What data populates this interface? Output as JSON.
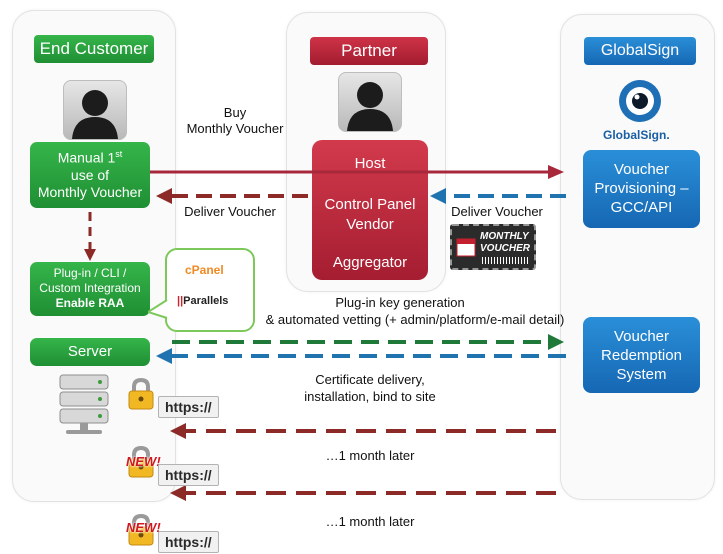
{
  "columns": {
    "end_customer": {
      "title": "End Customer"
    },
    "partner": {
      "title": "Partner"
    },
    "globalsign": {
      "title": "GlobalSign",
      "logo_text": "GlobalSign",
      "logo_dot": "."
    }
  },
  "end_customer": {
    "manual_use": {
      "line1": "Manual 1",
      "sup": "st",
      "line2": "use of",
      "line3": "Monthly Voucher"
    },
    "plugin": {
      "line1": "Plug-in / CLI /",
      "line2": "Custom Integration",
      "line3": "Enable RAA"
    },
    "server": "Server",
    "cpanel": "cPanel",
    "parallels": "Parallels"
  },
  "partner": {
    "host": "Host",
    "control_panel_1": "Control Panel",
    "control_panel_2": "Vendor",
    "aggregator": "Aggregator",
    "voucher_1": "MONTHLY",
    "voucher_2": "VOUCHER"
  },
  "globalsign": {
    "provisioning_1": "Voucher",
    "provisioning_2": "Provisioning –",
    "provisioning_3": "GCC/API",
    "redemption_1": "Voucher",
    "redemption_2": "Redemption",
    "redemption_3": "System"
  },
  "flows": {
    "buy_1": "Buy",
    "buy_2": "Monthly Voucher",
    "deliver_left": "Deliver Voucher",
    "deliver_right": "Deliver Voucher",
    "keygen_1": "Plug-in key generation",
    "keygen_2": "& automated vetting (+ admin/platform/e-mail detail)",
    "cert_1": "Certificate delivery,",
    "cert_2": "installation, bind to site",
    "month_later_1": "…1 month later",
    "month_later_2": "…1 month later"
  },
  "https": [
    "https://",
    "https://",
    "https://"
  ],
  "new_badge": [
    "NEW!",
    "NEW!"
  ],
  "colors": {
    "green": "#2aa23f",
    "dark_green": "#1d7a33",
    "crimson": "#b3223a",
    "blue": "#1a6eb8",
    "dash_red": "#8b2a26",
    "dash_blue": "#1f74b0",
    "dash_green": "#1f7a3a"
  }
}
